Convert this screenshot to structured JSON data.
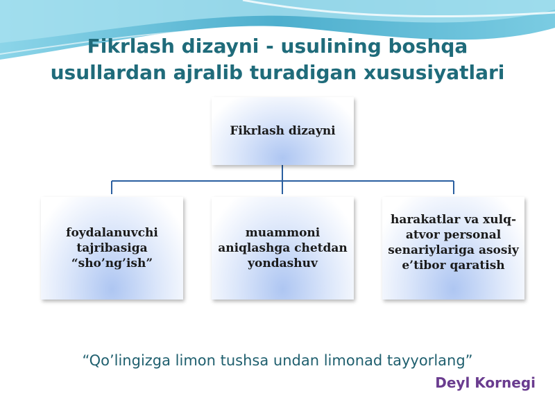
{
  "slide": {
    "title_line1": "Fikrlash dizayni - usulining boshqa",
    "title_line2": "usullardan ajralib turadigan xususiyatlari"
  },
  "diagram": {
    "root": "Fikrlash dizayni",
    "children": [
      "foydalanuvchi tajribasiga “sho’ng’ish”",
      "muammoni aniqlashga chetdan yondashuv",
      "harakatlar va xulq-atvor personal senariylariga asosiy e’tibor qaratish"
    ]
  },
  "quote": {
    "text": "“Qo’lingizga limon tushsa undan limonad tayyorlang”",
    "author": "Deyl Kornegi"
  },
  "colors": {
    "title": "#1f6b7a",
    "connector": "#2a5fa0",
    "author": "#6a3c8f",
    "wave": "#4ab3d0"
  }
}
